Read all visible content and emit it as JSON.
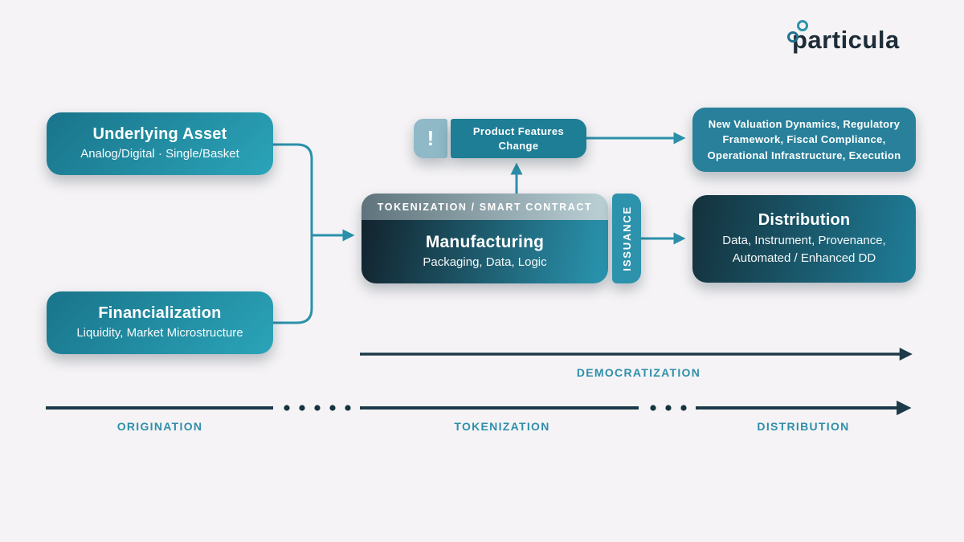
{
  "logo": {
    "text": "particula"
  },
  "boxes": {
    "underlying_asset": {
      "title": "Underlying Asset",
      "subtitle": "Analog/Digital · Single/Basket"
    },
    "financialization": {
      "title": "Financialization",
      "subtitle": "Liquidity, Market Microstructure"
    },
    "tokenization": {
      "header": "TOKENIZATION / SMART CONTRACT",
      "title": "Manufacturing",
      "subtitle": "Packaging, Data, Logic"
    },
    "issuance": {
      "label": "ISSUANCE"
    },
    "product_features": {
      "icon": "!",
      "label": "Product Features Change"
    },
    "new_valuation": {
      "text": "New Valuation Dynamics, Regulatory Framework, Fiscal Compliance, Operational Infrastructure, Execution"
    },
    "distribution": {
      "title": "Distribution",
      "subtitle": "Data, Instrument, Provenance, Automated / Enhanced DD"
    }
  },
  "timeline": {
    "democratization": "DEMOCRATIZATION",
    "stages": [
      "ORIGINATION",
      "TOKENIZATION",
      "DISTRIBUTION"
    ]
  },
  "colors": {
    "background": "#f5f3f5",
    "teal_accent": "#2b90aa",
    "dark_line": "#1c3a49",
    "label_teal": "#2e8fab",
    "box_teal_light": "#2ba4b9",
    "box_teal_dark": "#19748a",
    "manufacturing_dark": "#12232d",
    "issuance_teal": "#2d93ad",
    "logo_navy": "#1e2c39"
  }
}
